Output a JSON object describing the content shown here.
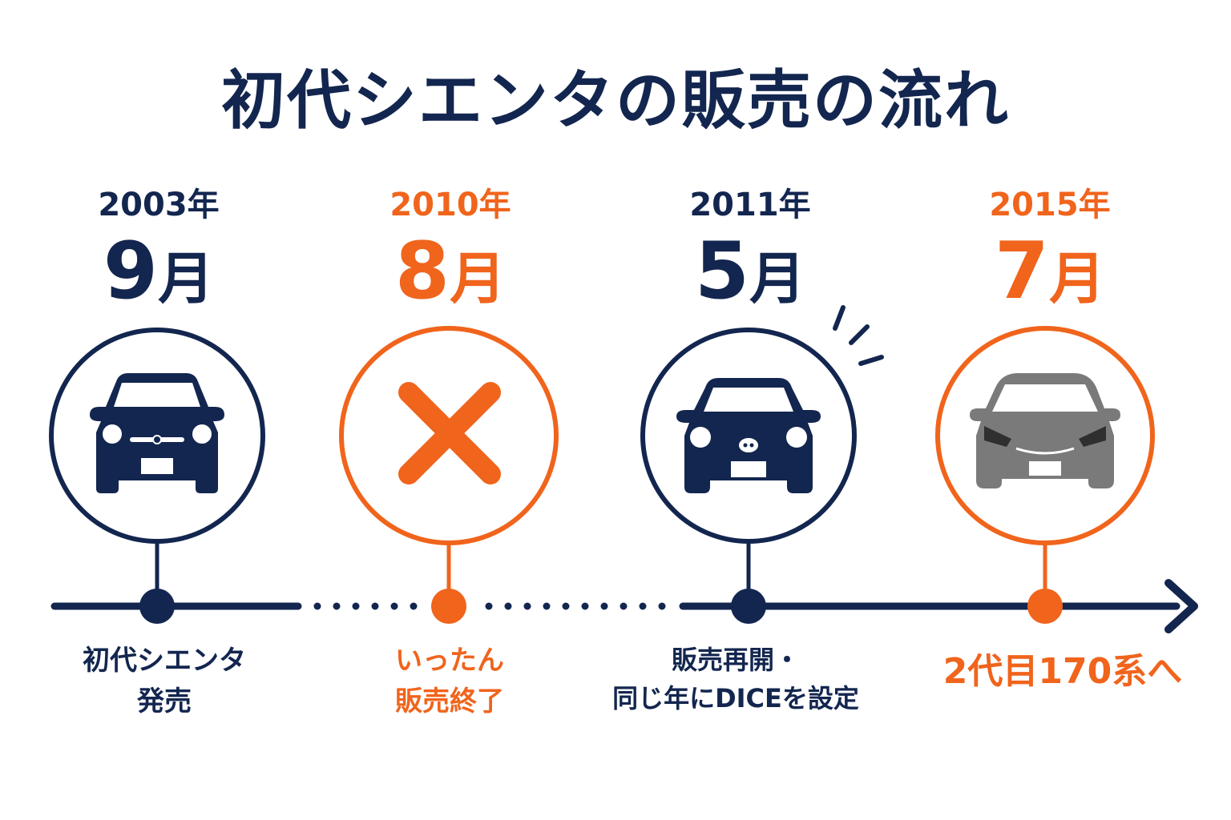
{
  "title": "初代シエンタの販売の流れ",
  "colors": {
    "navy": "#13264f",
    "orange": "#f0641c",
    "gray": "#7a7a7a"
  },
  "events": [
    {
      "year": "2003年",
      "month_num": "9",
      "month_unit": "月",
      "label_line1": "初代シエンタ",
      "label_line2": "発売",
      "color": "navy",
      "icon": "car-icon"
    },
    {
      "year": "2010年",
      "month_num": "8",
      "month_unit": "月",
      "label_line1": "いったん",
      "label_line2": "販売終了",
      "color": "orange",
      "icon": "cross-icon"
    },
    {
      "year": "2011年",
      "month_num": "5",
      "month_unit": "月",
      "label_line1": "販売再開・",
      "label_line2": "同じ年にDICEを設定",
      "color": "navy",
      "icon": "car-icon"
    },
    {
      "year": "2015年",
      "month_num": "7",
      "month_unit": "月",
      "label_line1": "2代目170系へ",
      "label_line2": "",
      "color": "orange",
      "icon": "car-gray-icon"
    }
  ]
}
